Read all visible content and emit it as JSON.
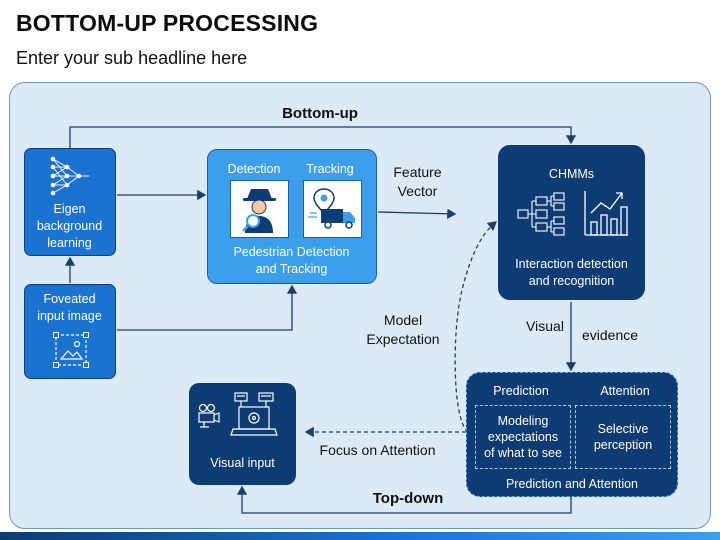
{
  "header": {
    "title": "BOTTOM-UP PROCESSING",
    "subtitle": "Enter your sub headline here"
  },
  "labels": {
    "bottom_up": "Bottom-up",
    "top_down": "Top-down",
    "feature_vector": "Feature\nVector",
    "model_expectation": "Model\nExpectation",
    "visual": "Visual",
    "evidence": "evidence",
    "focus_on_attention": "Focus on Attention"
  },
  "nodes": {
    "eigen": "Eigen\nbackground\nlearning",
    "foveated": "Foveated\ninput image",
    "detection": "Detection",
    "tracking": "Tracking",
    "pedestrian": "Pedestrian Detection\nand Tracking",
    "chmms_title": "CHMMs",
    "chmms_caption": "Interaction detection\nand recognition",
    "prediction": "Prediction",
    "attention": "Attention",
    "modeling": "Modeling\nexpectations\nof what to see",
    "selective": "Selective\nperception",
    "prediction_attention": "Prediction and Attention",
    "visual_input": "Visual input"
  },
  "colors": {
    "panel_bg": "#dceaf6",
    "box_blue": "#1b73d1",
    "box_light": "#3c9fec",
    "box_dark": "#0d3b73",
    "bottom_bar_left": "#0d3b73",
    "bottom_bar_right": "#3c9fec"
  },
  "icons": [
    "neural-network-icon",
    "image-icon",
    "detective-icon",
    "delivery-truck-icon",
    "flowchart-icon",
    "bar-chart-icon",
    "camera-icon",
    "laptop-monitor-icon"
  ]
}
